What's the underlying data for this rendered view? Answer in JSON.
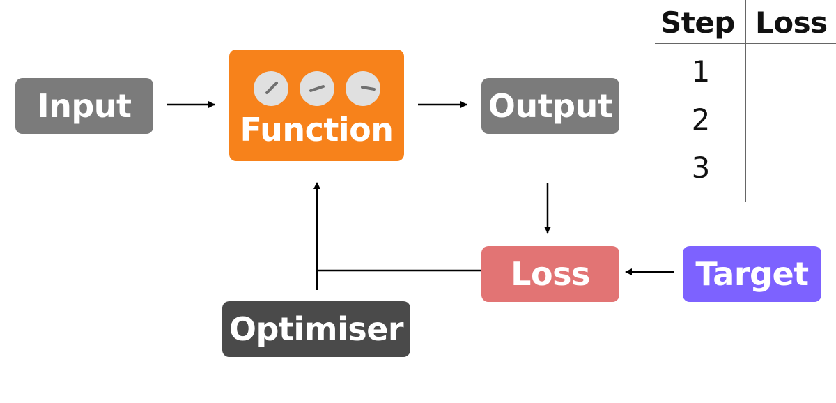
{
  "nodes": {
    "input": "Input",
    "function": "Function",
    "output": "Output",
    "loss": "Loss",
    "target": "Target",
    "optimiser": "Optimiser"
  },
  "table": {
    "headers": [
      "Step",
      "Loss"
    ],
    "rows": [
      {
        "step": "1",
        "loss": ""
      },
      {
        "step": "2",
        "loss": ""
      },
      {
        "step": "3",
        "loss": ""
      }
    ]
  },
  "colors": {
    "input": "#7b7b7b",
    "function": "#f7821b",
    "output": "#7b7b7b",
    "loss": "#e27474",
    "target": "#7d62ff",
    "optimiser": "#4a4a4a",
    "knob": "#e0e0e0"
  }
}
